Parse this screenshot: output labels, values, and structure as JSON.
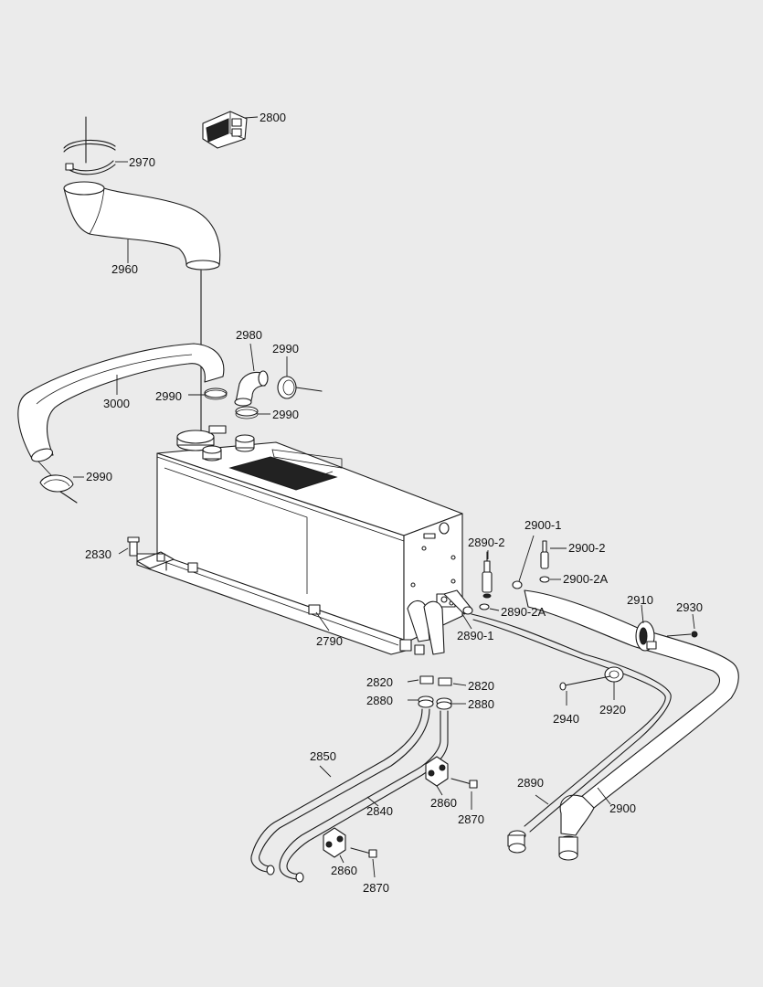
{
  "callouts": [
    {
      "id": "2800",
      "text": "2800"
    },
    {
      "id": "2970",
      "text": "2970"
    },
    {
      "id": "2960",
      "text": "2960"
    },
    {
      "id": "2980",
      "text": "2980"
    },
    {
      "id": "2990a",
      "text": "2990"
    },
    {
      "id": "2990b",
      "text": "2990"
    },
    {
      "id": "2990c",
      "text": "2990"
    },
    {
      "id": "2990d",
      "text": "2990"
    },
    {
      "id": "3000",
      "text": "3000"
    },
    {
      "id": "2830",
      "text": "2830"
    },
    {
      "id": "2790",
      "text": "2790"
    },
    {
      "id": "2900-1",
      "text": "2900-1"
    },
    {
      "id": "2890-2",
      "text": "2890-2"
    },
    {
      "id": "2900-2",
      "text": "2900-2"
    },
    {
      "id": "2900-2A",
      "text": "2900-2A"
    },
    {
      "id": "2890-2A",
      "text": "2890-2A"
    },
    {
      "id": "2890-1",
      "text": "2890-1"
    },
    {
      "id": "2910",
      "text": "2910"
    },
    {
      "id": "2930",
      "text": "2930"
    },
    {
      "id": "2820a",
      "text": "2820"
    },
    {
      "id": "2820b",
      "text": "2820"
    },
    {
      "id": "2880a",
      "text": "2880"
    },
    {
      "id": "2880b",
      "text": "2880"
    },
    {
      "id": "2940",
      "text": "2940"
    },
    {
      "id": "2920",
      "text": "2920"
    },
    {
      "id": "2850",
      "text": "2850"
    },
    {
      "id": "2840",
      "text": "2840"
    },
    {
      "id": "2860a",
      "text": "2860"
    },
    {
      "id": "2870a",
      "text": "2870"
    },
    {
      "id": "2890",
      "text": "2890"
    },
    {
      "id": "2900",
      "text": "2900"
    },
    {
      "id": "2860b",
      "text": "2860"
    },
    {
      "id": "2870b",
      "text": "2870"
    }
  ]
}
